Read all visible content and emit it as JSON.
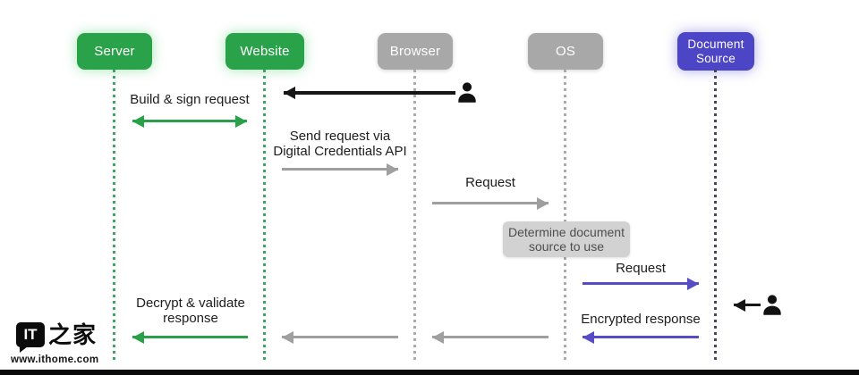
{
  "diagram": {
    "actors": [
      {
        "id": "server",
        "label": "Server",
        "color": "#29a24a"
      },
      {
        "id": "website",
        "label": "Website",
        "color": "#29a24a"
      },
      {
        "id": "browser",
        "label": "Browser",
        "color": "#a8a8a8"
      },
      {
        "id": "os",
        "label": "OS",
        "color": "#a8a8a8"
      },
      {
        "id": "document-source",
        "label": "Document\nSource",
        "color": "#4c45c6"
      }
    ],
    "messages": [
      {
        "from": "User",
        "to": "Website",
        "label": "",
        "color": "black"
      },
      {
        "from": "Server",
        "to": "Website",
        "label": "Build & sign request",
        "bidirectional": true,
        "color": "green"
      },
      {
        "from": "Website",
        "to": "Browser",
        "label": "Send request via\nDigital Credentials API",
        "color": "gray"
      },
      {
        "from": "Browser",
        "to": "OS",
        "label": "Request",
        "color": "gray"
      },
      {
        "from": "OS",
        "to": "Document Source",
        "label": "Request",
        "color": "purple"
      },
      {
        "from": "User",
        "to": "Document Source",
        "label": "",
        "color": "black"
      },
      {
        "from": "Document Source",
        "to": "OS",
        "label": "Encrypted response",
        "color": "purple"
      },
      {
        "from": "OS",
        "to": "Browser",
        "label": "",
        "color": "gray"
      },
      {
        "from": "Browser",
        "to": "Website",
        "label": "",
        "color": "gray"
      },
      {
        "from": "Website",
        "to": "Server",
        "label": "Decrypt & validate\nresponse",
        "color": "green"
      }
    ],
    "note": {
      "on": "OS",
      "label": "Determine document\nsource to use"
    }
  },
  "watermark": {
    "logo_text": "IT",
    "logo_suffix": "之家",
    "url": "www.ithome.com"
  },
  "colors": {
    "green": "#29a24a",
    "gray_actor": "#a8a8a8",
    "purple_actor": "#4c45c6",
    "arrow_gray": "#9f9f9f",
    "arrow_purple": "#554cc6",
    "arrow_black": "#161616",
    "note_bg": "#d2d2d2",
    "background": "#ffffff"
  }
}
